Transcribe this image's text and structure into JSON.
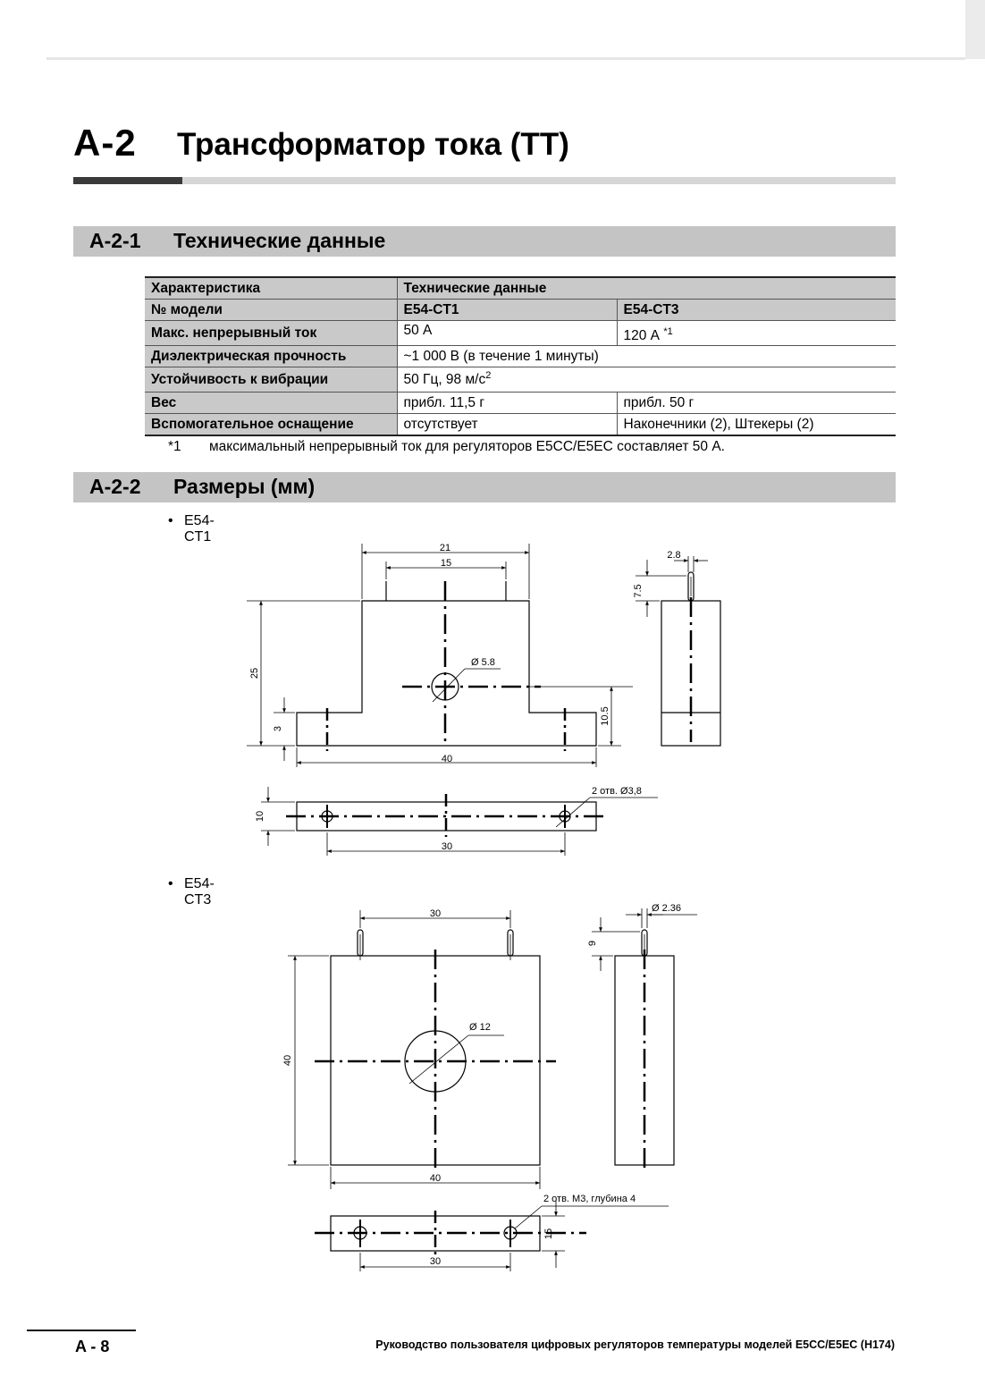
{
  "chapter": {
    "number": "A-2",
    "title": "Трансформатор тока (ТТ)"
  },
  "sections": [
    {
      "number": "A-2-1",
      "title": "Технические данные"
    },
    {
      "number": "A-2-2",
      "title": "Размеры (мм)"
    }
  ],
  "spec_table": {
    "header": [
      "Характеристика",
      "Технические данные"
    ],
    "models": [
      "№ модели",
      "E54-CT1",
      "E54-CT3"
    ],
    "rows": [
      {
        "label": "Макс. непрерывный ток",
        "ct1": "50 А",
        "ct3": "120 А",
        "ct3_sup": "*1"
      },
      {
        "label": "Диэлектрическая прочность",
        "value": "~1 000 В (в течение 1 минуты)"
      },
      {
        "label": "Устойчивость к вибрации",
        "value": "50 Гц, 98 м/с",
        "value_sup": "2"
      },
      {
        "label": "Вес",
        "ct1": "прибл. 11,5 г",
        "ct3": "прибл. 50 г"
      },
      {
        "label": "Вспомогательное оснащение",
        "ct1": "отсутствует",
        "ct3": "Наконечники (2), Штекеры (2)"
      }
    ]
  },
  "footnote": {
    "mark": "*1",
    "text": "максимальный непрерывный ток для регуляторов E5CC/E5EC составляет 50 А."
  },
  "drawings": [
    {
      "bullet": "•",
      "model": "E54-CT1",
      "dims": {
        "top_width": "21",
        "pin_spacing": "15",
        "hole_diameter": "Ø 5.8",
        "height": "25",
        "base_height": "3",
        "center_height": "10.5",
        "base_width": "40",
        "side_pin_width": "2.8",
        "side_pin_height": "7.5",
        "bottom_depth": "10",
        "bottom_hole_spacing": "30",
        "bottom_holes": "2 отв. Ø3,8"
      }
    },
    {
      "bullet": "•",
      "model": "E54-CT3",
      "dims": {
        "pin_spacing": "30",
        "hole_diameter": "Ø 12",
        "height": "40",
        "width": "40",
        "side_pin_diameter": "Ø 2.36",
        "side_pin_height": "9",
        "bottom_holes": "2 отв. M3, глубина 4",
        "bottom_depth": "15",
        "bottom_hole_spacing": "30"
      }
    }
  ],
  "footer": {
    "page": "A - 8",
    "text": "Руководство пользователя цифровых регуляторов температуры моделей E5CC/E5EC (H174)"
  }
}
